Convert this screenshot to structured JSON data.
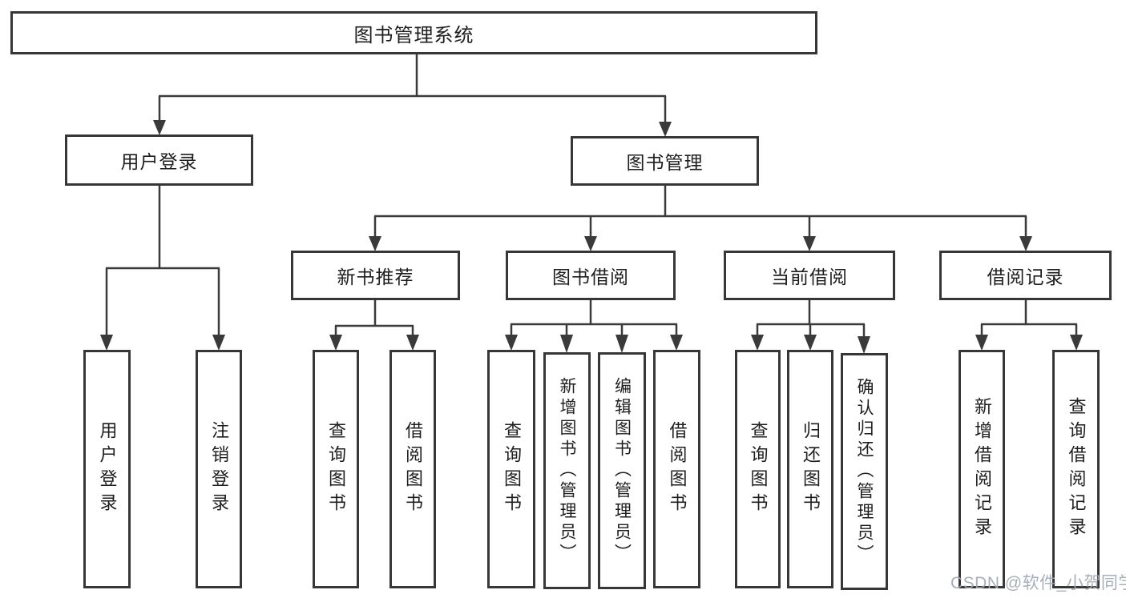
{
  "colors": {
    "background": "#ffffff",
    "line": "#3a3a3a",
    "box_border": "#373737",
    "text": "#1e1e1e",
    "watermark": "#a2a8b2"
  },
  "tree": {
    "label": "图书管理系统",
    "children": [
      {
        "label": "用户登录",
        "children": [
          {
            "label": "用户登录"
          },
          {
            "label": "注销登录"
          }
        ]
      },
      {
        "label": "图书管理",
        "children": [
          {
            "label": "新书推荐",
            "children": [
              {
                "label": "查询图书"
              },
              {
                "label": "借阅图书"
              }
            ]
          },
          {
            "label": "图书借阅",
            "children": [
              {
                "label": "查询图书"
              },
              {
                "label": "新增图书（管理员）"
              },
              {
                "label": "编辑图书（管理员）"
              },
              {
                "label": "借阅图书"
              }
            ]
          },
          {
            "label": "当前借阅",
            "children": [
              {
                "label": "查询图书"
              },
              {
                "label": "归还图书"
              },
              {
                "label": "确认归还（管理员）"
              }
            ]
          },
          {
            "label": "借阅记录",
            "children": [
              {
                "label": "新增借阅记录"
              },
              {
                "label": "查询借阅记录"
              }
            ]
          }
        ]
      }
    ]
  },
  "watermark": {
    "text": "CSDN @软件_小贺同学"
  }
}
